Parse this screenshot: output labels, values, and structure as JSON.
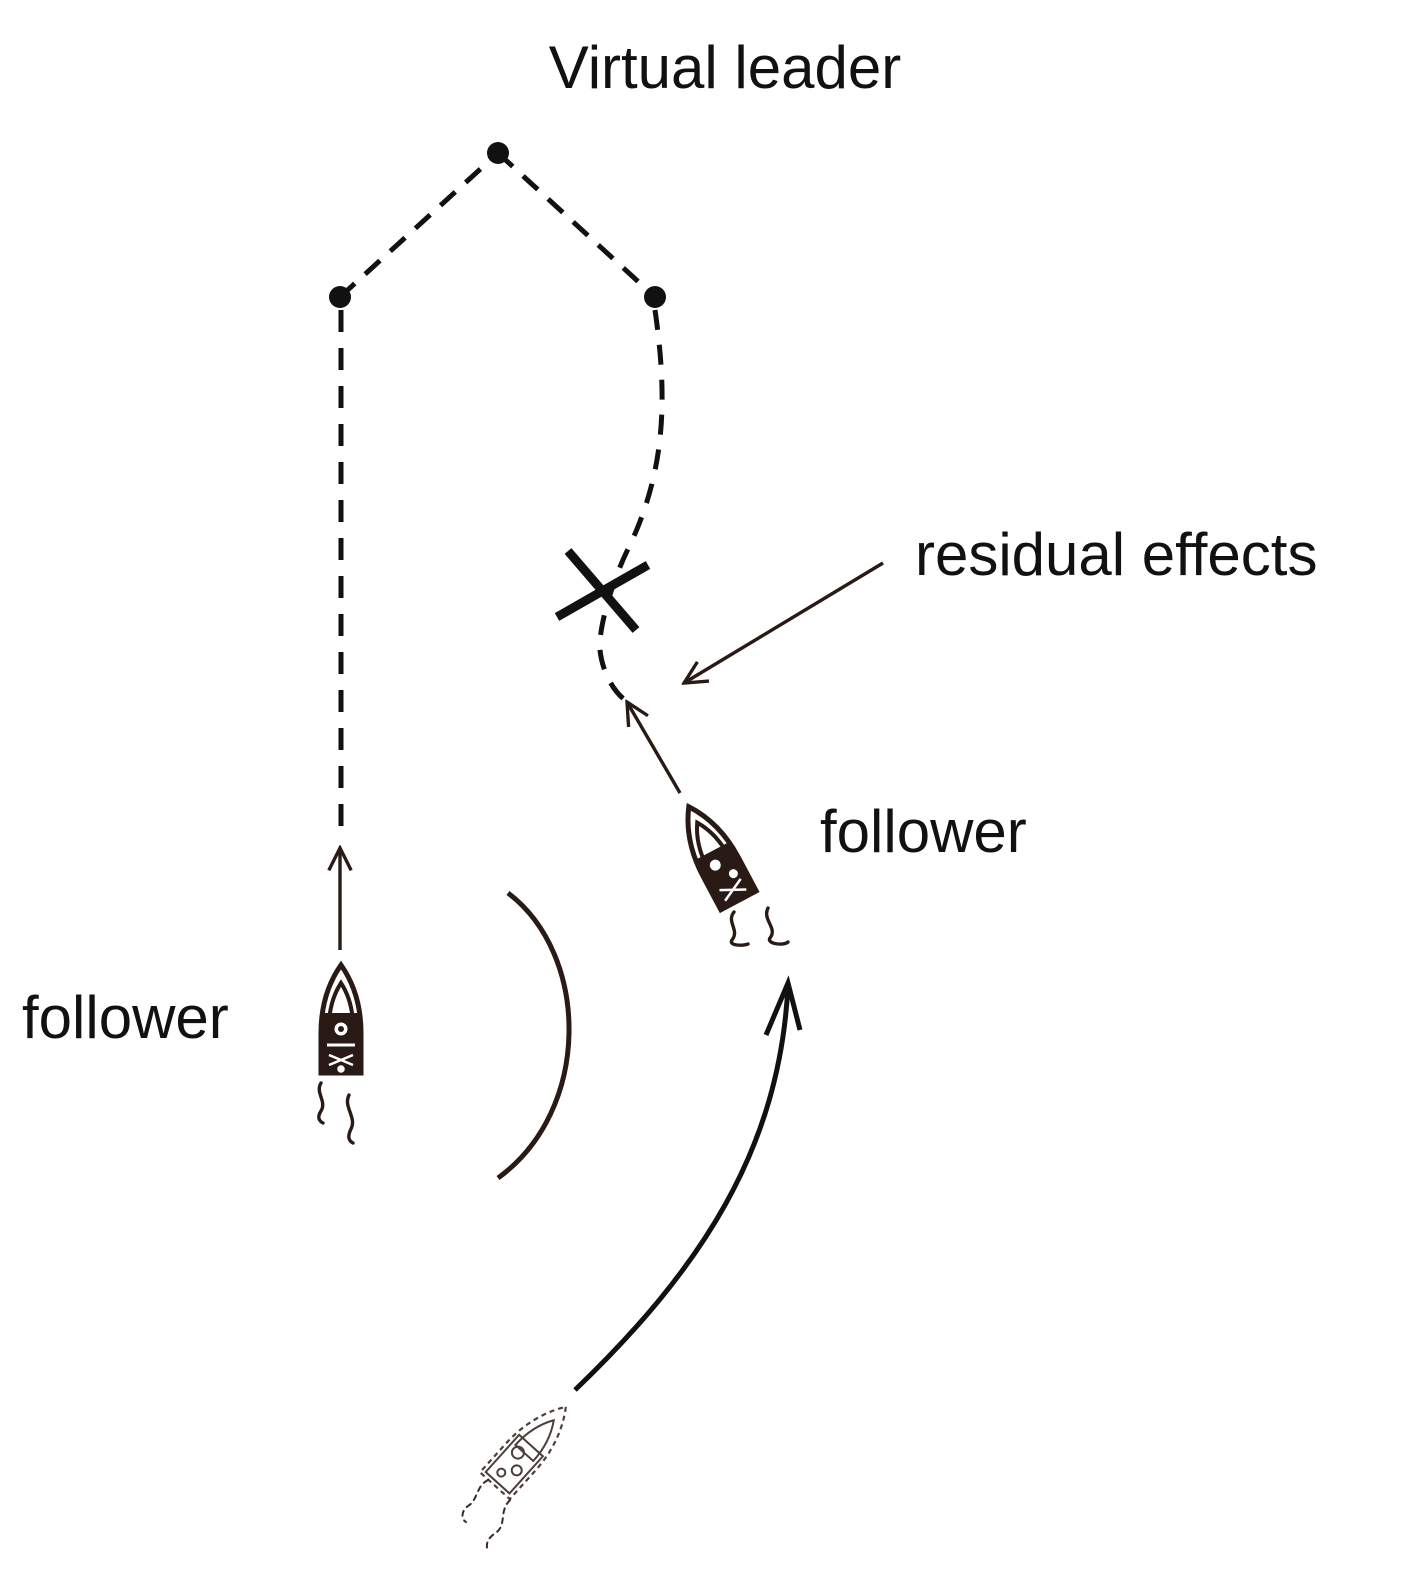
{
  "labels": {
    "leader": "Virtual leader",
    "residual": "residual effects",
    "follower_right": "follower",
    "follower_left": "follower"
  },
  "colors": {
    "ink": "#111111",
    "boat": "#2a1a16",
    "ghost": "#3a2a26",
    "background": "#ffffff"
  },
  "icons": {
    "boat": "boat-icon",
    "wake": "wake-icon",
    "cross": "cross-mark-icon"
  }
}
